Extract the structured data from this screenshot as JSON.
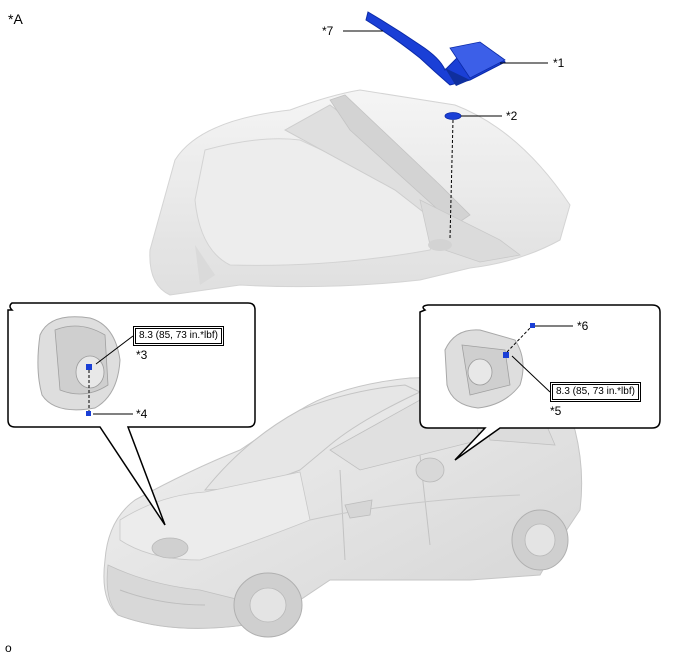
{
  "view_label": "*A",
  "parts": {
    "p1": "*1",
    "p2": "*2",
    "p3": "*3",
    "p4": "*4",
    "p5": "*5",
    "p6": "*6",
    "p7": "*7"
  },
  "torque_spec": {
    "left": "8.3 (85, 73 in.*lbf)",
    "right": "8.3 (85, 73 in.*lbf)"
  },
  "figure_code": "o",
  "colors": {
    "highlight_part": "#1a3fd6",
    "vehicle_grey": "#e2e2e2",
    "line": "#000000"
  }
}
